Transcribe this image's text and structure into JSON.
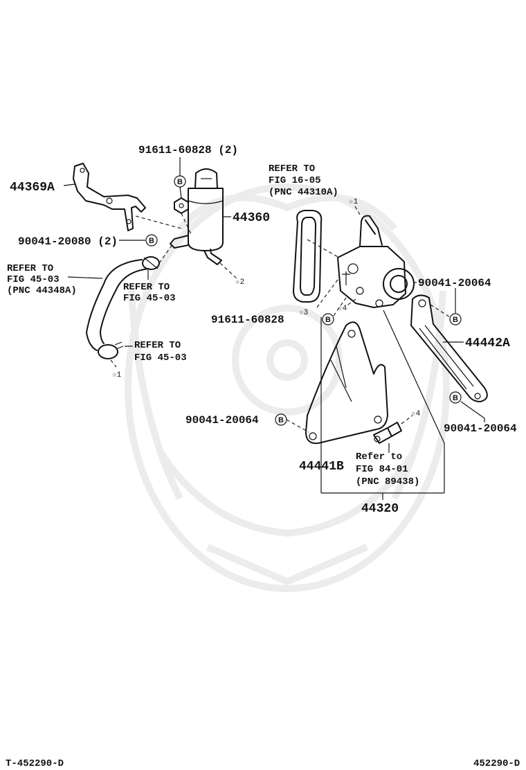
{
  "diagram": {
    "parts": {
      "bracket_44369a": "44369A",
      "reservoir_44360": "44360",
      "bracket_44442a": "44442A",
      "bracket_44441b": "44441B",
      "pump_44320": "44320"
    },
    "fasteners": {
      "clip_top": "91611-60828 (2)",
      "bolt_left": "90041-20080 (2)",
      "clip_mid": "91611-60828",
      "bolt_right_upper": "90041-20064",
      "bolt_mid_left": "90041-20064",
      "bolt_right_lower": "90041-20064"
    },
    "badge_letter": "B",
    "references": {
      "ref_belt": [
        "REFER TO",
        "FIG 16-05",
        "(PNC 44310A)"
      ],
      "ref_hose": [
        "REFER TO",
        "FIG 45-03",
        "(PNC 44348A)"
      ],
      "ref_clamp_upper": [
        "REFER TO",
        "FIG 45-03"
      ],
      "ref_clamp_lower": [
        "REFER TO",
        "FIG 45-03"
      ],
      "ref_sensor": [
        "Refer to",
        "FIG 84-01",
        "(PNC 89438)"
      ]
    },
    "star_marks": {
      "s1_top": "☆1",
      "s1_bottom": "☆1",
      "s2": "☆2",
      "s3": "☆3",
      "s4_pump": "☆4",
      "s4_sensor": "☆4"
    },
    "footer": {
      "left": "T-452290-D",
      "right": "452290-D"
    }
  }
}
